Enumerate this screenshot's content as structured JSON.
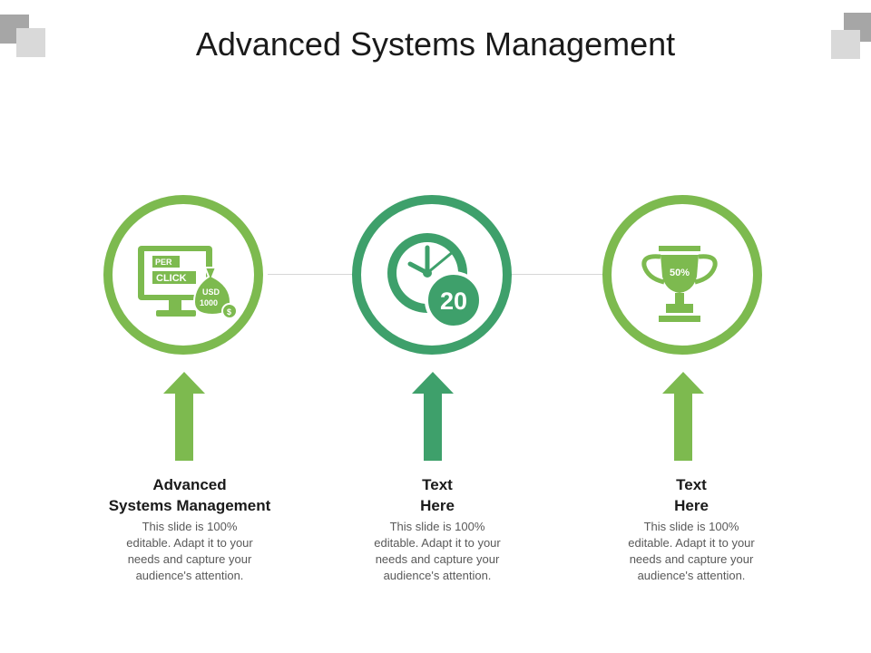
{
  "slide": {
    "title": "Advanced Systems Management"
  },
  "colors": {
    "light_green": "#7dba4f",
    "dark_green": "#3ea06b",
    "corner_dark": "#a6a6a6",
    "corner_light": "#d9d9d9"
  },
  "items": [
    {
      "label_lines": [
        "Advanced",
        "Systems Management"
      ],
      "desc_lines": [
        "This slide is 100%",
        "editable. Adapt it to your",
        "needs and capture your",
        "audience's attention."
      ],
      "icon": "pay-per-click-icon",
      "icon_text": {
        "per": "PER",
        "click": "CLICK",
        "usd": "USD",
        "amount": "1000",
        "currency": "$"
      }
    },
    {
      "label_lines": [
        "Text",
        "Here"
      ],
      "desc_lines": [
        "This slide is 100%",
        "editable. Adapt it to your",
        "needs and capture your",
        "audience's attention."
      ],
      "icon": "clock-icon",
      "icon_text": {
        "badge": "20"
      }
    },
    {
      "label_lines": [
        "Text",
        "Here"
      ],
      "desc_lines": [
        "This slide is 100%",
        "editable. Adapt it to your",
        "needs and capture your",
        "audience's attention."
      ],
      "icon": "trophy-icon",
      "icon_text": {
        "percent": "50%"
      }
    }
  ]
}
